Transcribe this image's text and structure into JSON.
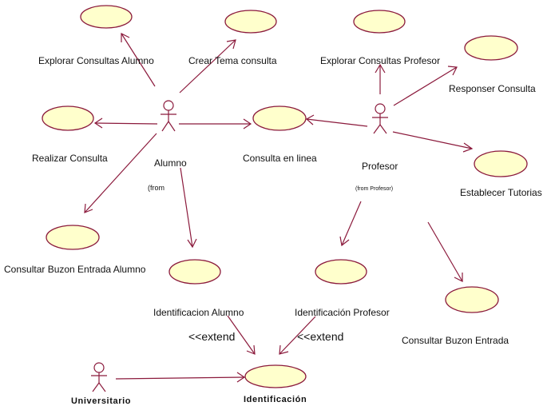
{
  "actors": {
    "alumno": {
      "name": "Alumno",
      "note": "(from"
    },
    "profesor": {
      "name": "Profesor",
      "note": "(from Profesor)"
    },
    "universitario": {
      "name": "Universitario"
    }
  },
  "use_cases": {
    "explorar_alumno": "Explorar Consultas Alumno",
    "crear_tema": "Crear Tema consulta",
    "explorar_profesor": "Explorar Consultas Profesor",
    "responser": "Responser Consulta",
    "realizar": "Realizar Consulta",
    "consulta_linea": "Consulta en linea",
    "establecer": "Establecer Tutorias",
    "buzon_alumno": "Consultar Buzon Entrada Alumno",
    "ident_alumno": "Identificacion Alumno",
    "ident_profesor": "Identificación Profesor",
    "buzon": "Consultar Buzon Entrada",
    "identificacion": "Identificación"
  },
  "relations": {
    "extend_label": "<<extend"
  },
  "colors": {
    "line": "#8b1a3c",
    "usecase_fill": "#ffffcc"
  }
}
